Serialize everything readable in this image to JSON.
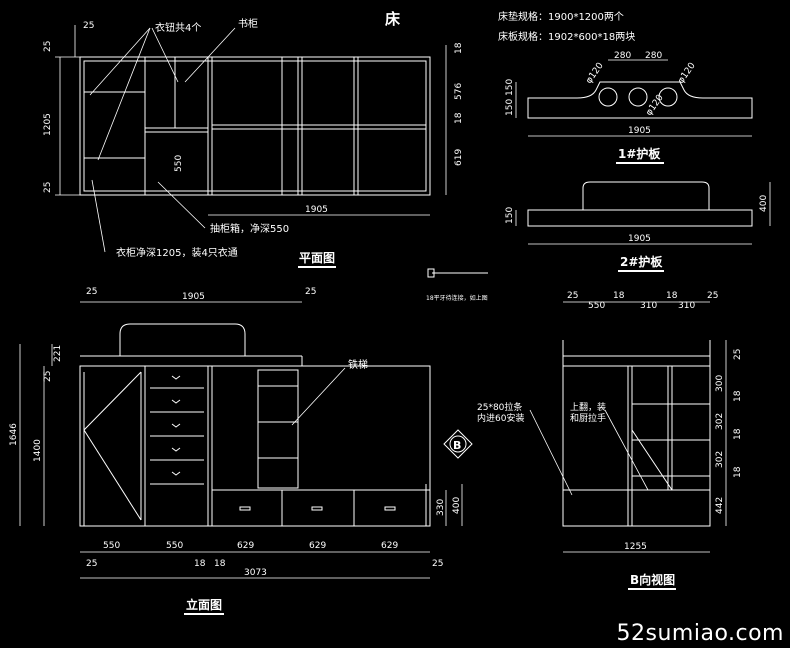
{
  "title": "床",
  "notes": {
    "mattress_spec": "床垫规格：1900*1200两个",
    "board_spec": "床板规格：1902*600*18两块"
  },
  "plan_view": {
    "title": "平面图",
    "label_wardrobe_rods": "衣钮共4个",
    "label_bookcase": "书柜",
    "label_drawer_box": "抽柜箱，净深550",
    "label_wardrobe_depth": "衣柜净深1205，装4只衣通",
    "dims": {
      "top_25": "25",
      "h_1205": "1205",
      "bot_25": "25",
      "w_1905": "1905",
      "d_550": "550",
      "r_18a": "18",
      "r_576": "576",
      "r_18b": "18",
      "r_619": "619"
    }
  },
  "panel_1": {
    "title": "1#护板",
    "dims": {
      "w_280a": "280",
      "w_280b": "280",
      "dia_a": "φ120",
      "dia_b": "φ120",
      "dia_c": "φ120",
      "h_150a": "150",
      "h_150b": "150",
      "w_1905": "1905"
    }
  },
  "panel_2": {
    "title": "2#护板",
    "dims": {
      "h_150": "150",
      "h_400": "400",
      "w_1905": "1905"
    }
  },
  "bolt_note": "18平牙待连接，如上图",
  "elevation": {
    "title": "立面图",
    "label_ladder": "铁梯",
    "dims": {
      "top_25a": "25",
      "top_1905": "1905",
      "top_25b": "25",
      "h_1646": "1646",
      "h_1400": "1400",
      "h_221": "221",
      "h_25": "25",
      "h_330": "330",
      "h_400": "400",
      "w_550a": "550",
      "w_550b": "550",
      "w_629a": "629",
      "w_629b": "629",
      "w_629c": "629",
      "b_25a": "25",
      "b_18a": "18",
      "b_18b": "18",
      "b_25b": "25",
      "w_3073": "3073"
    }
  },
  "b_view": {
    "title": "B向视图",
    "marker": "B",
    "label_rail": "25*80拉条\n内进60安装",
    "label_hinge": "上翻，装\n和厨拉手",
    "dims": {
      "t_25a": "25",
      "t_550": "550",
      "t_18a": "18",
      "t_310a": "310",
      "t_18b": "18",
      "t_310b": "310",
      "t_25b": "25",
      "r_25": "25",
      "r_300": "300",
      "r_18a": "18",
      "r_302a": "302",
      "r_18b": "18",
      "r_302b": "302",
      "r_18c": "18",
      "r_442": "442",
      "w_1255": "1255"
    }
  },
  "watermark": "52sumiao.com",
  "colors": {
    "background": "#000000",
    "lines": "#ffffff"
  }
}
